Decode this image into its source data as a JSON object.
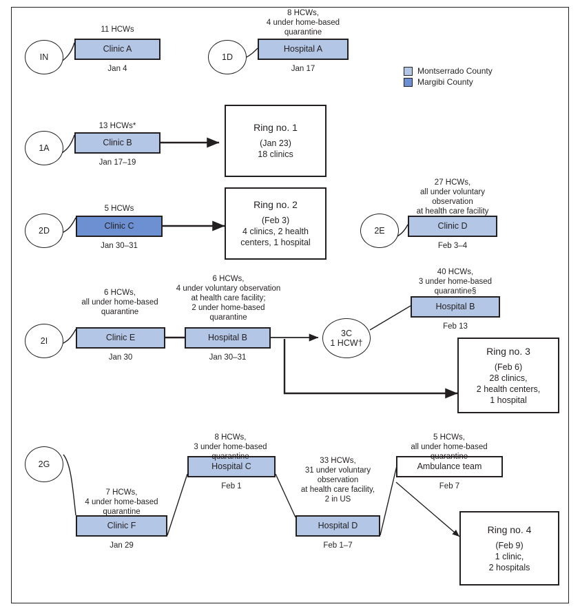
{
  "figure": {
    "type": "transmission-chain-diagram",
    "legend": {
      "items": [
        {
          "label": "Montserrado County",
          "color": "#b3c6e5",
          "swatch_name": "montserrado-swatch"
        },
        {
          "label": "Margibi County",
          "color": "#6d90d3",
          "swatch_name": "margibi-swatch"
        }
      ]
    },
    "ovals": {
      "in": {
        "label": "IN"
      },
      "d1": {
        "label": "1D"
      },
      "a1": {
        "label": "1A"
      },
      "d2": {
        "label": "2D"
      },
      "e2": {
        "label": "2E"
      },
      "i2": {
        "label": "2I"
      },
      "c3": {
        "label": "3C",
        "sub": "1 HCW†"
      },
      "g2": {
        "label": "2G"
      }
    },
    "nodes": {
      "clinic_a": {
        "label": "Clinic A",
        "county": "Montserrado County",
        "date": "Jan 4",
        "hcw": "11 HCWs"
      },
      "hospital_a": {
        "label": "Hospital A",
        "county": "Montserrado County",
        "date": "Jan 17",
        "hcw": "8 HCWs,\n4 under home-based\nquarantine"
      },
      "clinic_b": {
        "label": "Clinic B",
        "county": "Montserrado County",
        "date": "Jan 17–19",
        "hcw": "13 HCWs*"
      },
      "clinic_c": {
        "label": "Clinic C",
        "county": "Margibi County",
        "date": "Jan 30–31",
        "hcw": "5 HCWs"
      },
      "clinic_d": {
        "label": "Clinic D",
        "county": "Montserrado County",
        "date": "Feb 3–4",
        "hcw": "27 HCWs,\nall under voluntary\nobservation\nat health care facility"
      },
      "clinic_e": {
        "label": "Clinic E",
        "county": "Montserrado County",
        "date": "Jan 30",
        "hcw": "6 HCWs,\nall under home-based\nquarantine"
      },
      "hospital_b1": {
        "label": "Hospital B",
        "county": "Montserrado County",
        "date": "Jan 30–31",
        "hcw": "6 HCWs,\n4 under voluntary observation\nat health care facility;\n2 under home-based\nquarantine"
      },
      "hospital_b2": {
        "label": "Hospital B",
        "county": "Montserrado County",
        "date": "Feb 13",
        "hcw": "40 HCWs,\n3 under home-based\nquarantine§"
      },
      "hospital_c": {
        "label": "Hospital C",
        "county": "Montserrado County",
        "date": "Feb 1",
        "hcw": "8 HCWs,\n3 under home-based\nquarantine"
      },
      "clinic_f": {
        "label": "Clinic F",
        "county": "Montserrado County",
        "date": "Jan 29",
        "hcw": "7 HCWs,\n4 under home-based\nquarantine"
      },
      "hospital_d": {
        "label": "Hospital D",
        "county": "Montserrado County",
        "date": "Feb 1–7",
        "hcw": "33 HCWs,\n31 under voluntary\nobservation\nat health care facility,\n2 in US"
      },
      "ambulance": {
        "label": "Ambulance team",
        "county": "none",
        "date": "Feb 7",
        "hcw": "5 HCWs,\nall under home-based\nquarantine"
      }
    },
    "rings": {
      "ring1": {
        "title": "Ring no. 1",
        "date": "(Jan 23)",
        "detail": "18 clinics"
      },
      "ring2": {
        "title": "Ring no. 2",
        "date": "(Feb 3)",
        "detail": "4 clinics, 2 health\ncenters, 1 hospital"
      },
      "ring3": {
        "title": "Ring no. 3",
        "date": "(Feb 6)",
        "detail": "28 clinics,\n2 health centers,\n1 hospital"
      },
      "ring4": {
        "title": "Ring no. 4",
        "date": "(Feb 9)",
        "detail": "1 clinic,\n2 hospitals"
      }
    }
  }
}
